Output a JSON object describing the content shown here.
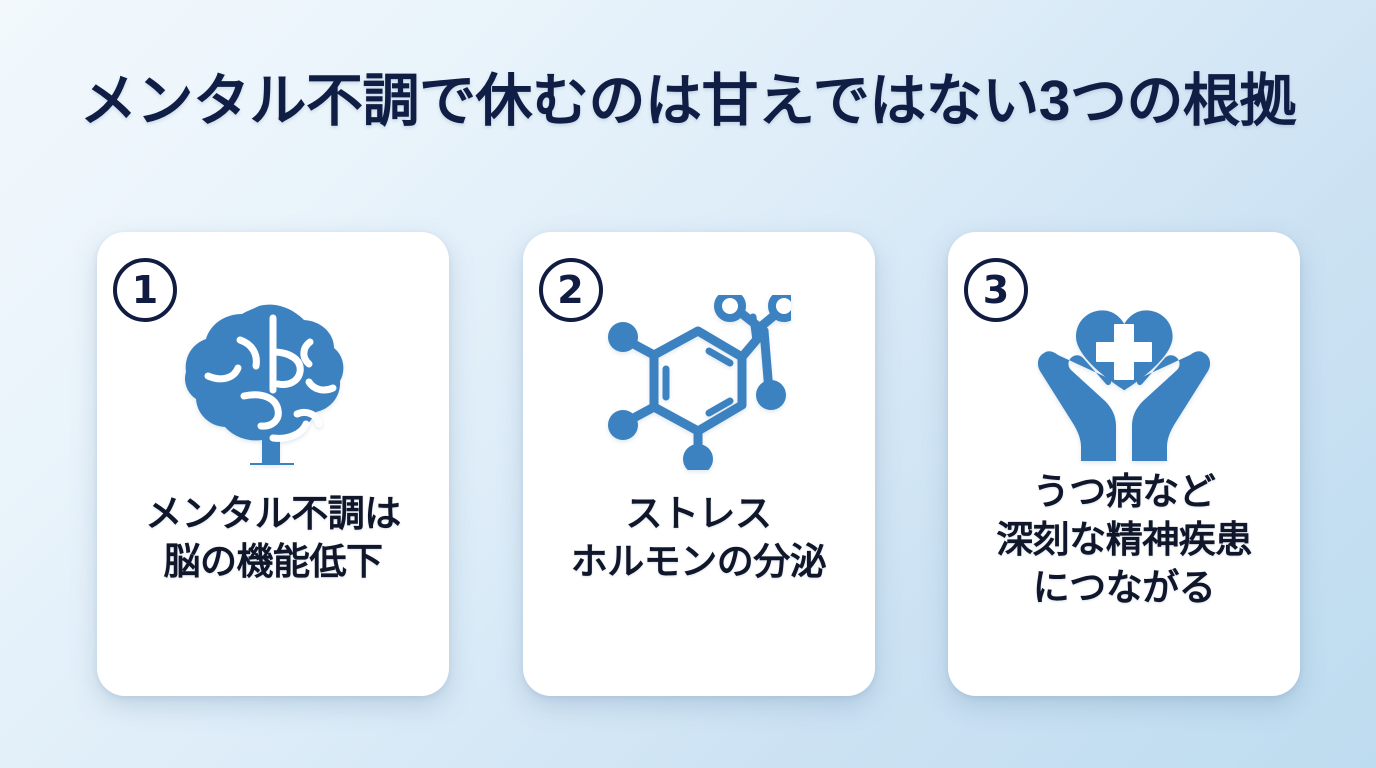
{
  "page": {
    "title": "メンタル不調で休むのは甘えではない3つの根拠",
    "background_from": "#f2f8fc",
    "background_to": "#bedcf0",
    "title_color": "#101d45",
    "card_background": "#ffffff",
    "icon_color": "#3d82c0",
    "badge_color": "#111c43",
    "card_text_color": "#11172b"
  },
  "cards": [
    {
      "number": "①",
      "number_plain": "1",
      "icon": "brain-icon",
      "lines": [
        "メンタル不調は",
        "脳の機能低下"
      ]
    },
    {
      "number": "②",
      "number_plain": "2",
      "icon": "molecule-icon",
      "lines": [
        "ストレス",
        "ホルモンの分泌"
      ]
    },
    {
      "number": "③",
      "number_plain": "3",
      "icon": "hands-holding-heart-icon",
      "lines": [
        "うつ病など",
        "深刻な精神疾患",
        "につながる"
      ]
    }
  ]
}
